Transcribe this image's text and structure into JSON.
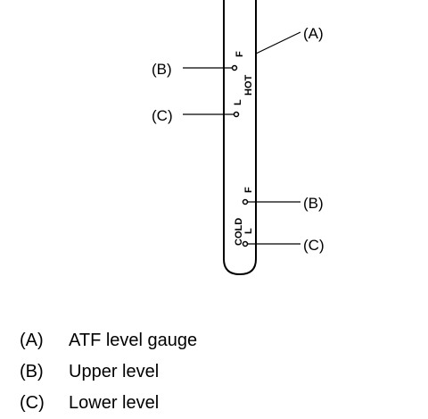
{
  "callouts": {
    "a": "(A)",
    "b_hot": "(B)",
    "c_hot": "(C)",
    "b_cold": "(B)",
    "c_cold": "(C)"
  },
  "gauge_marks": {
    "hot_label": "HOT",
    "hot_full": "F",
    "hot_low": "L",
    "cold_label": "COLD",
    "cold_full": "F",
    "cold_low": "L"
  },
  "legend": [
    {
      "key": "(A)",
      "text": "ATF level gauge"
    },
    {
      "key": "(B)",
      "text": "Upper level"
    },
    {
      "key": "(C)",
      "text": "Lower level"
    }
  ]
}
